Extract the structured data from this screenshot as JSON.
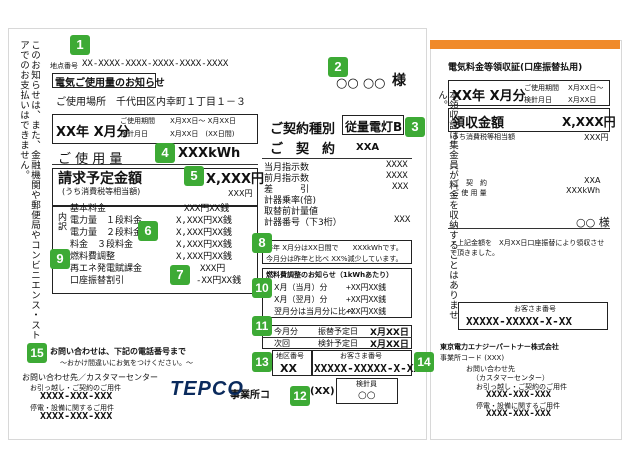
{
  "bill": {
    "point_label": "地点番号",
    "point_number": "XX-XXXX-XXXX-XXXX-XXXX-XXXX",
    "title": "電気ご使用量のお知らせ",
    "addressee": "○○ ○○",
    "sama": "様",
    "location": "ご使用場所　千代田区内幸町１丁目１－３",
    "month": "XX年 X月分",
    "period_label": "ご使用期間",
    "period_value": "X月XX日～ X月XX日",
    "meter_label": "検針月日",
    "meter_value": "X月XX日　(XX日間)",
    "contract_type_label": "ご契約種別",
    "contract_type_value": "従量電灯B",
    "contract_label": "ご　契　約",
    "contract_value": "XXA",
    "usage_label": "ご 使 用 量",
    "usage_value": "XXXkWh",
    "billing_label": "請求予定金額",
    "billing_value": "X,XXX円",
    "tax_note": "(うち消費税等相当額)",
    "tax_value": "XXX円",
    "uchiwake": "内訳",
    "items": [
      {
        "label": "基本料金",
        "value": "XXX円XX銭"
      },
      {
        "label": "電力量　１段料金",
        "value": "X,XXX円XX銭"
      },
      {
        "label": "電力量　２段料金",
        "value": "X,XXX円XX銭"
      },
      {
        "label": "料金　３段料金",
        "value": "X,XXX円XX銭"
      },
      {
        "label": "燃料費調整",
        "value": "X,XXX円XX銭"
      },
      {
        "label": "再エネ発電賦課金",
        "value": "XXX円"
      },
      {
        "label": "口座振替割引",
        "value": "-XX円XX銭"
      }
    ],
    "meter": [
      {
        "label": "当月指示数",
        "value": "XXXX"
      },
      {
        "label": "前月指示数",
        "value": "XXXX"
      },
      {
        "label": "差　　　引",
        "value": "XXX"
      },
      {
        "label": "計器乗率(倍)",
        "value": ""
      },
      {
        "label": "取替前計量値",
        "value": ""
      },
      {
        "label": "計器番号（下3桁）",
        "value": "XXX"
      }
    ],
    "compare_line1": "昨年 X月分はXX日間で　　XXXkWhです。",
    "compare_line2": "今月分は昨年と比べ XX%減少しています。",
    "fuel_title": "燃料費調整のお知らせ（1kWhあたり）",
    "fuel": [
      {
        "label": "X月（当月）分",
        "value": "+XX円XX銭"
      },
      {
        "label": "X月（翌月）分",
        "value": "+XX円XX銭"
      },
      {
        "label": "翌月分は当月分に比べ",
        "value": "+XX円XX銭"
      }
    ],
    "transfer_today_label": "今月分",
    "transfer_today_mid": "振替予定日",
    "transfer_today_value": "X月XX日",
    "transfer_next_label": "次回",
    "transfer_next_mid": "検針予定日",
    "transfer_next_value": "X月XX日",
    "area_label": "地区番号",
    "area_value": "XX",
    "customer_label": "お客さま番号",
    "customer_value": "XXXXX-XXXXX-X-XX",
    "office_label": "事業所コ",
    "office_value": "(XX)",
    "inspector_label": "検針員",
    "inspector_value": "○○",
    "contact_title": "お問い合わせは、下記の電話番号まで",
    "contact_sub": "～おかけ間違いにお気をつけください。～",
    "contact_center": "お問い合わせ先／カスタマーセンター",
    "contact_moving": "お引っ越し・ご契約のご用件",
    "contact_tel1": "XXXX-XXX-XXX",
    "contact_outage": "停電・設備に関するご用件",
    "contact_tel2": "XXXX-XXX-XXX",
    "brand": "TEPCO",
    "side_note": "このお知らせは、また、金融機関や郵便局やコンビニエンス・ストアでのお支払いはできません。"
  },
  "receipt": {
    "title": "電気料金等領収証(口座振替払用)",
    "month": "XX年 X月分",
    "period_label": "ご使用期間",
    "period_value": "X月XX日～",
    "meter_label": "検針月日",
    "meter_value": "X月XX日",
    "amount_label": "領収金額",
    "amount_value": "X,XXX円",
    "tax_note": "うち消費税等相当額",
    "tax_value": "XXX円",
    "contract_label": "ご　契　約",
    "contract_value": "XXA",
    "usage_label": "ご 使 用 量",
    "usage_value": "XXXkWh",
    "sama": "○○ 様",
    "note": "・上記金額を　X月XX日口座振替により領収させて頂きました。",
    "customer_label": "お客さま番号",
    "customer_value": "XXXXX-XXXXX-X-XX",
    "company": "東京電力エナジーパートナー株式会社",
    "office_code": "事業所コード (XXX)",
    "contact_title": "お問い合わせ先",
    "contact_center": "（カスタマーセンター）",
    "contact_moving": "お引っ越し・ご契約のご用件",
    "contact_tel1": "XXXX-XXX-XXX",
    "contact_outage": "停電・設備に関するご用件",
    "contact_tel2": "XXXX-XXX-XXX",
    "side_note": "本領収証は集金員が料金を収納することはありません。"
  },
  "badges": [
    "1",
    "2",
    "3",
    "4",
    "5",
    "6",
    "7",
    "8",
    "9",
    "10",
    "11",
    "12",
    "13",
    "14",
    "15"
  ],
  "colors": {
    "badge": "#3daa35",
    "accent": "#f08a2a"
  }
}
